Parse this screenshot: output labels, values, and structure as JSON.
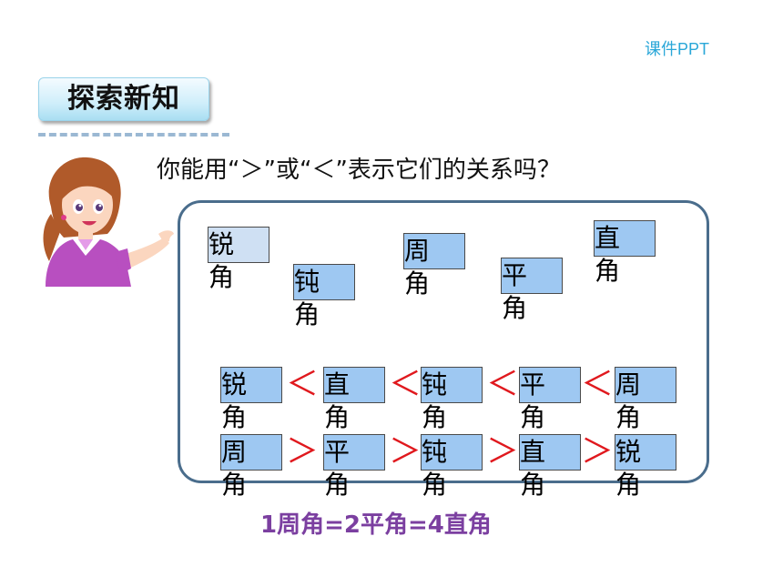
{
  "brand": "课件PPT",
  "section_title": "探索新知",
  "question": "你能用“＞”或“＜”表示它们的关系吗？",
  "angles": {
    "acute": "锐角",
    "obtuse": "钝角",
    "full": "周角",
    "straight": "平角",
    "right": "直角"
  },
  "ascending": {
    "items": [
      "锐角",
      "直角",
      "钝角",
      "平角",
      "周角"
    ],
    "operator": "＜"
  },
  "descending": {
    "items": [
      "周角",
      "平角",
      "钝角",
      "直角",
      "锐角"
    ],
    "operator": "＞"
  },
  "formula": "1周角=2平角=4直角",
  "colors": {
    "box_fill": "#9ec8f2",
    "operator": "#e0191e",
    "formula": "#7b3fa0",
    "brand": "#2aa7d8"
  }
}
